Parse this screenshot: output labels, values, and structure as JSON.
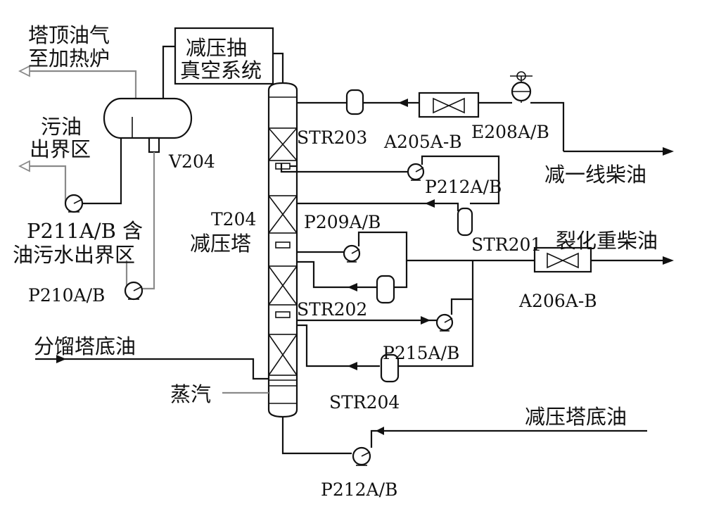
{
  "labels": {
    "top_gas_l1": "塔顶油气",
    "top_gas_l2": "至加热炉",
    "vacuum_l1": "减压抽",
    "vacuum_l2": "真空系统",
    "slop_l1": "污油",
    "slop_l2": "出界区",
    "v204": "V204",
    "p211_l1": "P211A/B 含",
    "p211_l2": "油污水出界区",
    "p210": "P210A/B",
    "t204_l1": "T204",
    "t204_l2": "减压塔",
    "str203": "STR203",
    "a205": "A205A-B",
    "e208": "E208A/B",
    "line1_product": "减一线柴油",
    "p212_top": "P212A/B",
    "p209": "P209A/B",
    "str201": "STR201",
    "cracked_diesel": "裂化重柴油",
    "a206": "A206A-B",
    "str202": "STR202",
    "p215": "P215A/B",
    "frac_bottom_oil": "分馏塔底油",
    "steam": "蒸汽",
    "str204": "STR204",
    "vac_bottom_oil": "减压塔底油",
    "p212_bottom": "P212A/B"
  },
  "colors": {
    "line": "#111111",
    "auxiliary_line": "#8a8a8a",
    "background": "#ffffff"
  }
}
